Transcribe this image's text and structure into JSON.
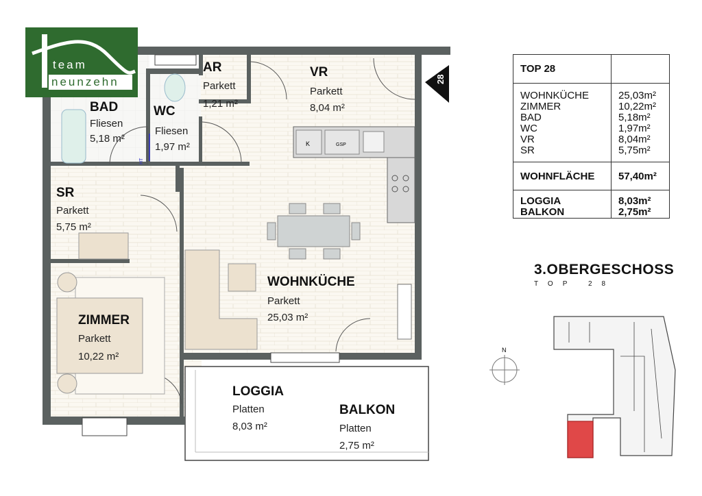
{
  "brand": {
    "line1": "team",
    "line2": "neunzehn",
    "color": "#2f6b2f"
  },
  "unit_marker": "28",
  "rooms": {
    "bad": {
      "name": "BAD",
      "floor": "Fliesen",
      "area": "5,18 m²"
    },
    "wc": {
      "name": "WC",
      "floor": "Fliesen",
      "area": "1,97 m²"
    },
    "ar": {
      "name": "AR",
      "floor": "Parkett",
      "area": "1,21 m²"
    },
    "vr": {
      "name": "VR",
      "floor": "Parkett",
      "area": "8,04 m²"
    },
    "sr": {
      "name": "SR",
      "floor": "Parkett",
      "area": "5,75 m²"
    },
    "wohnkueche": {
      "name": "WOHNKÜCHE",
      "floor": "Parkett",
      "area": "25,03 m²"
    },
    "zimmer": {
      "name": "ZIMMER",
      "floor": "Parkett",
      "area": "10,22 m²"
    },
    "loggia": {
      "name": "LOGGIA",
      "floor": "Platten",
      "area": "8,03 m²"
    },
    "balkon": {
      "name": "BALKON",
      "floor": "Platten",
      "area": "2,75 m²"
    }
  },
  "kitchen_labels": {
    "fridge": "K",
    "dishwasher": "GSP"
  },
  "bath_label": "HT",
  "area_table": {
    "title": "TOP 28",
    "rooms": [
      {
        "name": "WOHNKÜCHE",
        "area": "25,03m²"
      },
      {
        "name": "ZIMMER",
        "area": "10,22m²"
      },
      {
        "name": "BAD",
        "area": "5,18m²"
      },
      {
        "name": "WC",
        "area": "1,97m²"
      },
      {
        "name": "VR",
        "area": "8,04m²"
      },
      {
        "name": "SR",
        "area": "5,75m²"
      }
    ],
    "total_label": "WOHNFLÄCHE",
    "total_area": "57,40m²",
    "outdoor": [
      {
        "name": "LOGGIA",
        "area": "8,03m²"
      },
      {
        "name": "BALKON",
        "area": "2,75m²"
      }
    ]
  },
  "floor_title": "3.OBERGESCHOSS",
  "floor_subtitle": "TOP 28",
  "compass_label": "N",
  "highlight_color": "#e04848"
}
